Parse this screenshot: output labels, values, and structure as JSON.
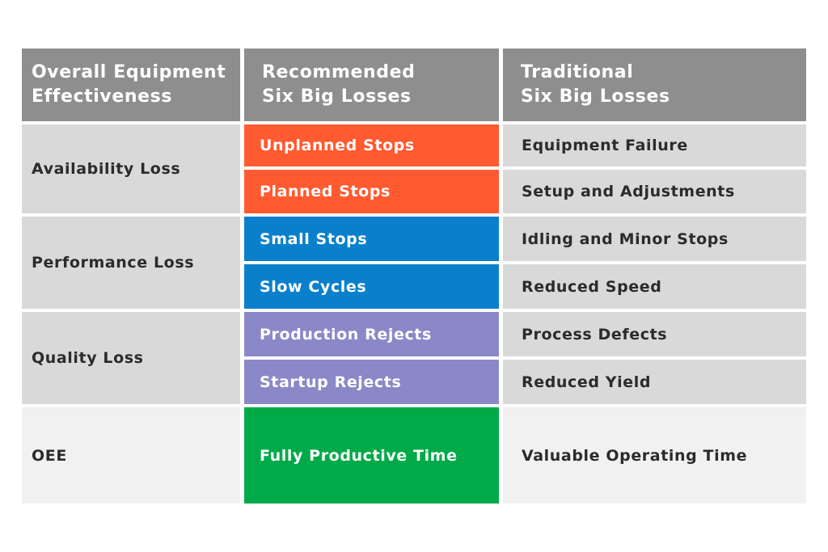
{
  "header": {
    "col1": [
      "Overall Equipment",
      "Effectiveness"
    ],
    "col2": [
      "Recommended",
      "Six Big Losses"
    ],
    "col3": [
      "Traditional",
      "Six Big Losses"
    ]
  },
  "groups": [
    {
      "category": "Availability Loss",
      "color": "#ff5a30",
      "items": [
        {
          "recommended": "Unplanned Stops",
          "traditional": "Equipment Failure"
        },
        {
          "recommended": "Planned Stops",
          "traditional": "Setup and Adjustments"
        }
      ]
    },
    {
      "category": "Performance Loss",
      "color": "#0a80cc",
      "items": [
        {
          "recommended": "Small Stops",
          "traditional": "Idling and Minor Stops"
        },
        {
          "recommended": "Slow Cycles",
          "traditional": "Reduced Speed"
        }
      ]
    },
    {
      "category": "Quality Loss",
      "color": "#8b88c8",
      "items": [
        {
          "recommended": "Production Rejects",
          "traditional": "Process Defects"
        },
        {
          "recommended": "Startup Rejects",
          "traditional": "Reduced Yield"
        }
      ]
    }
  ],
  "oee": {
    "category": "OEE",
    "recommended": "Fully Productive Time",
    "traditional": "Valuable Operating Time",
    "color": "#00aa48"
  }
}
